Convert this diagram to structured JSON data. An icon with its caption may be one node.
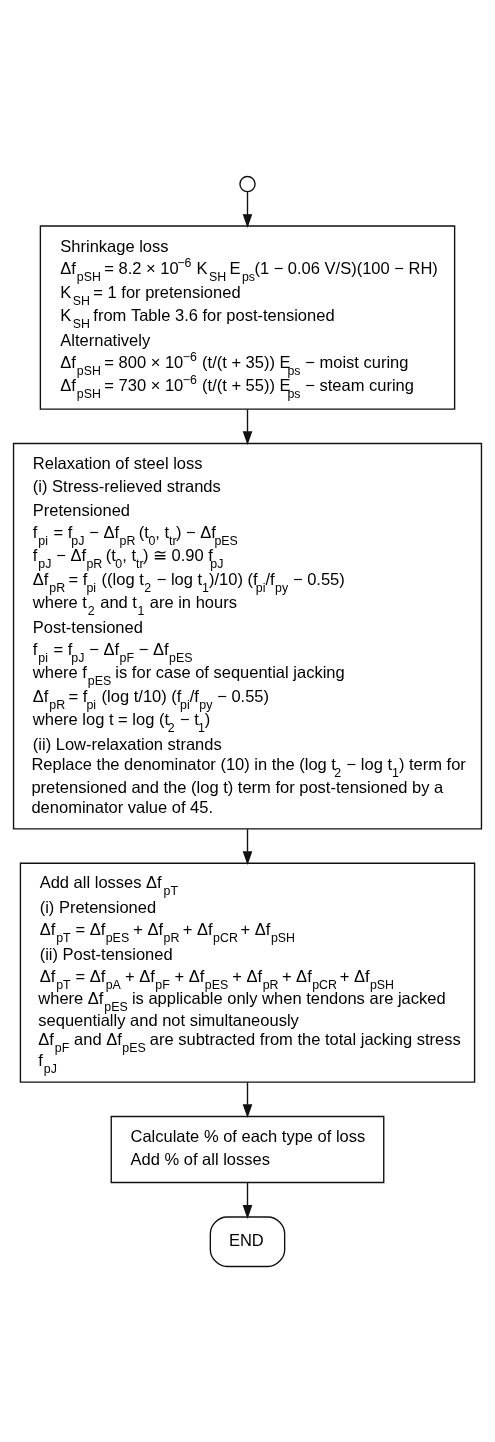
{
  "diagram": {
    "nodes": [
      {
        "text": [],
        "shape": "circle"
      },
      {
        "text": [
          "Shrinkage loss",
          "Δf$_{pSH}$ = 8.2 × 10$^{−6}$ K$_{SH}$ E$_{ps}$(1 − 0.06 V/S)(100 − RH)",
          "K$_{SH}$ = 1 for pretensioned",
          "K$_{SH}$ from Table 3.6 for post-tensioned",
          "Alternatively",
          "Δf$_{pSH}$ = 800 × 10$^{−6}$ (t/(t + 35)) E$_{ps}$ − moist curing",
          "Δf$_{pSH}$ = 730 × 10$^{−6}$ (t/(t + 55)) E$_{ps}$ − steam curing"
        ]
      },
      {
        "text": [
          "Relaxation of steel loss",
          "(i) Stress-relieved strands",
          "Pretensioned",
          "f$_{pi}$ = f$_{pJ}$ − Δf$_{pR}$ (t$_{0}$, t$_{tr}$) − Δf$_{pES}$",
          "f$_{pJ}$ − Δf$_{pR}$ (t$_{0}$, t$_{tr}$) ≅ 0.90 f$_{pJ}$",
          "Δf$_{pR}$ = f$_{pi}$ ((log t$_{2}$ − log t$_{1}$)/10) (f$_{pi}$/f$_{py}$ − 0.55)",
          "where t$_{2}$ and t$_{1}$ are in hours",
          "Post-tensioned",
          "f$_{pi}$ = f$_{pJ}$ − Δf$_{pF}$ − Δf$_{pES}$",
          "where f$_{pES}$ is for case of sequential jacking",
          "Δf$_{pR}$ = f$_{pi}$ (log t/10) (f$_{pi}$/f$_{py}$ − 0.55)",
          "where log t = log (t$_{2}$ − t$_{1}$)",
          "(ii) Low-relaxation strands",
          "Replace the denominator (10) in the (log t$_{2}$ − log t$_{1}$) term for pretensioned and the (log t) term for post-tensioned by a denominator value of 45."
        ]
      },
      {
        "text": [
          "Add all losses Δf$_{pT}$",
          "(i) Pretensioned",
          "Δf$_{pT}$ = Δf$_{pES}$ + Δf$_{pR}$ + Δf$_{pCR}$ + Δf$_{pSH}$",
          "(ii) Post-tensioned",
          "Δf$_{pT}$ = Δf$_{pA}$ + Δf$_{pF}$ + Δf$_{pES}$ + Δf$_{pR}$ + Δf$_{pCR}$ + Δf$_{pSH}$",
          "where Δf$_{pES}$ is applicable only when tendons are jacked sequentially and not simultaneously",
          "Δf$_{pF}$ and Δf$_{pES}$ are subtracted from the total jacking stress f$_{pJ}$"
        ]
      },
      {
        "text": [
          "Calculate % of each type of loss",
          "Add % of all losses"
        ]
      },
      {
        "text": [
          "END"
        ]
      }
    ],
    "edges": [
      {
        "from": 0,
        "to": 1,
        "arrow": "to"
      },
      {
        "from": 1,
        "to": 2,
        "arrow": "to"
      },
      {
        "from": 2,
        "to": 3,
        "arrow": "to"
      },
      {
        "from": 3,
        "to": 4,
        "arrow": "to"
      },
      {
        "from": 4,
        "to": 5,
        "arrow": "to"
      }
    ]
  }
}
